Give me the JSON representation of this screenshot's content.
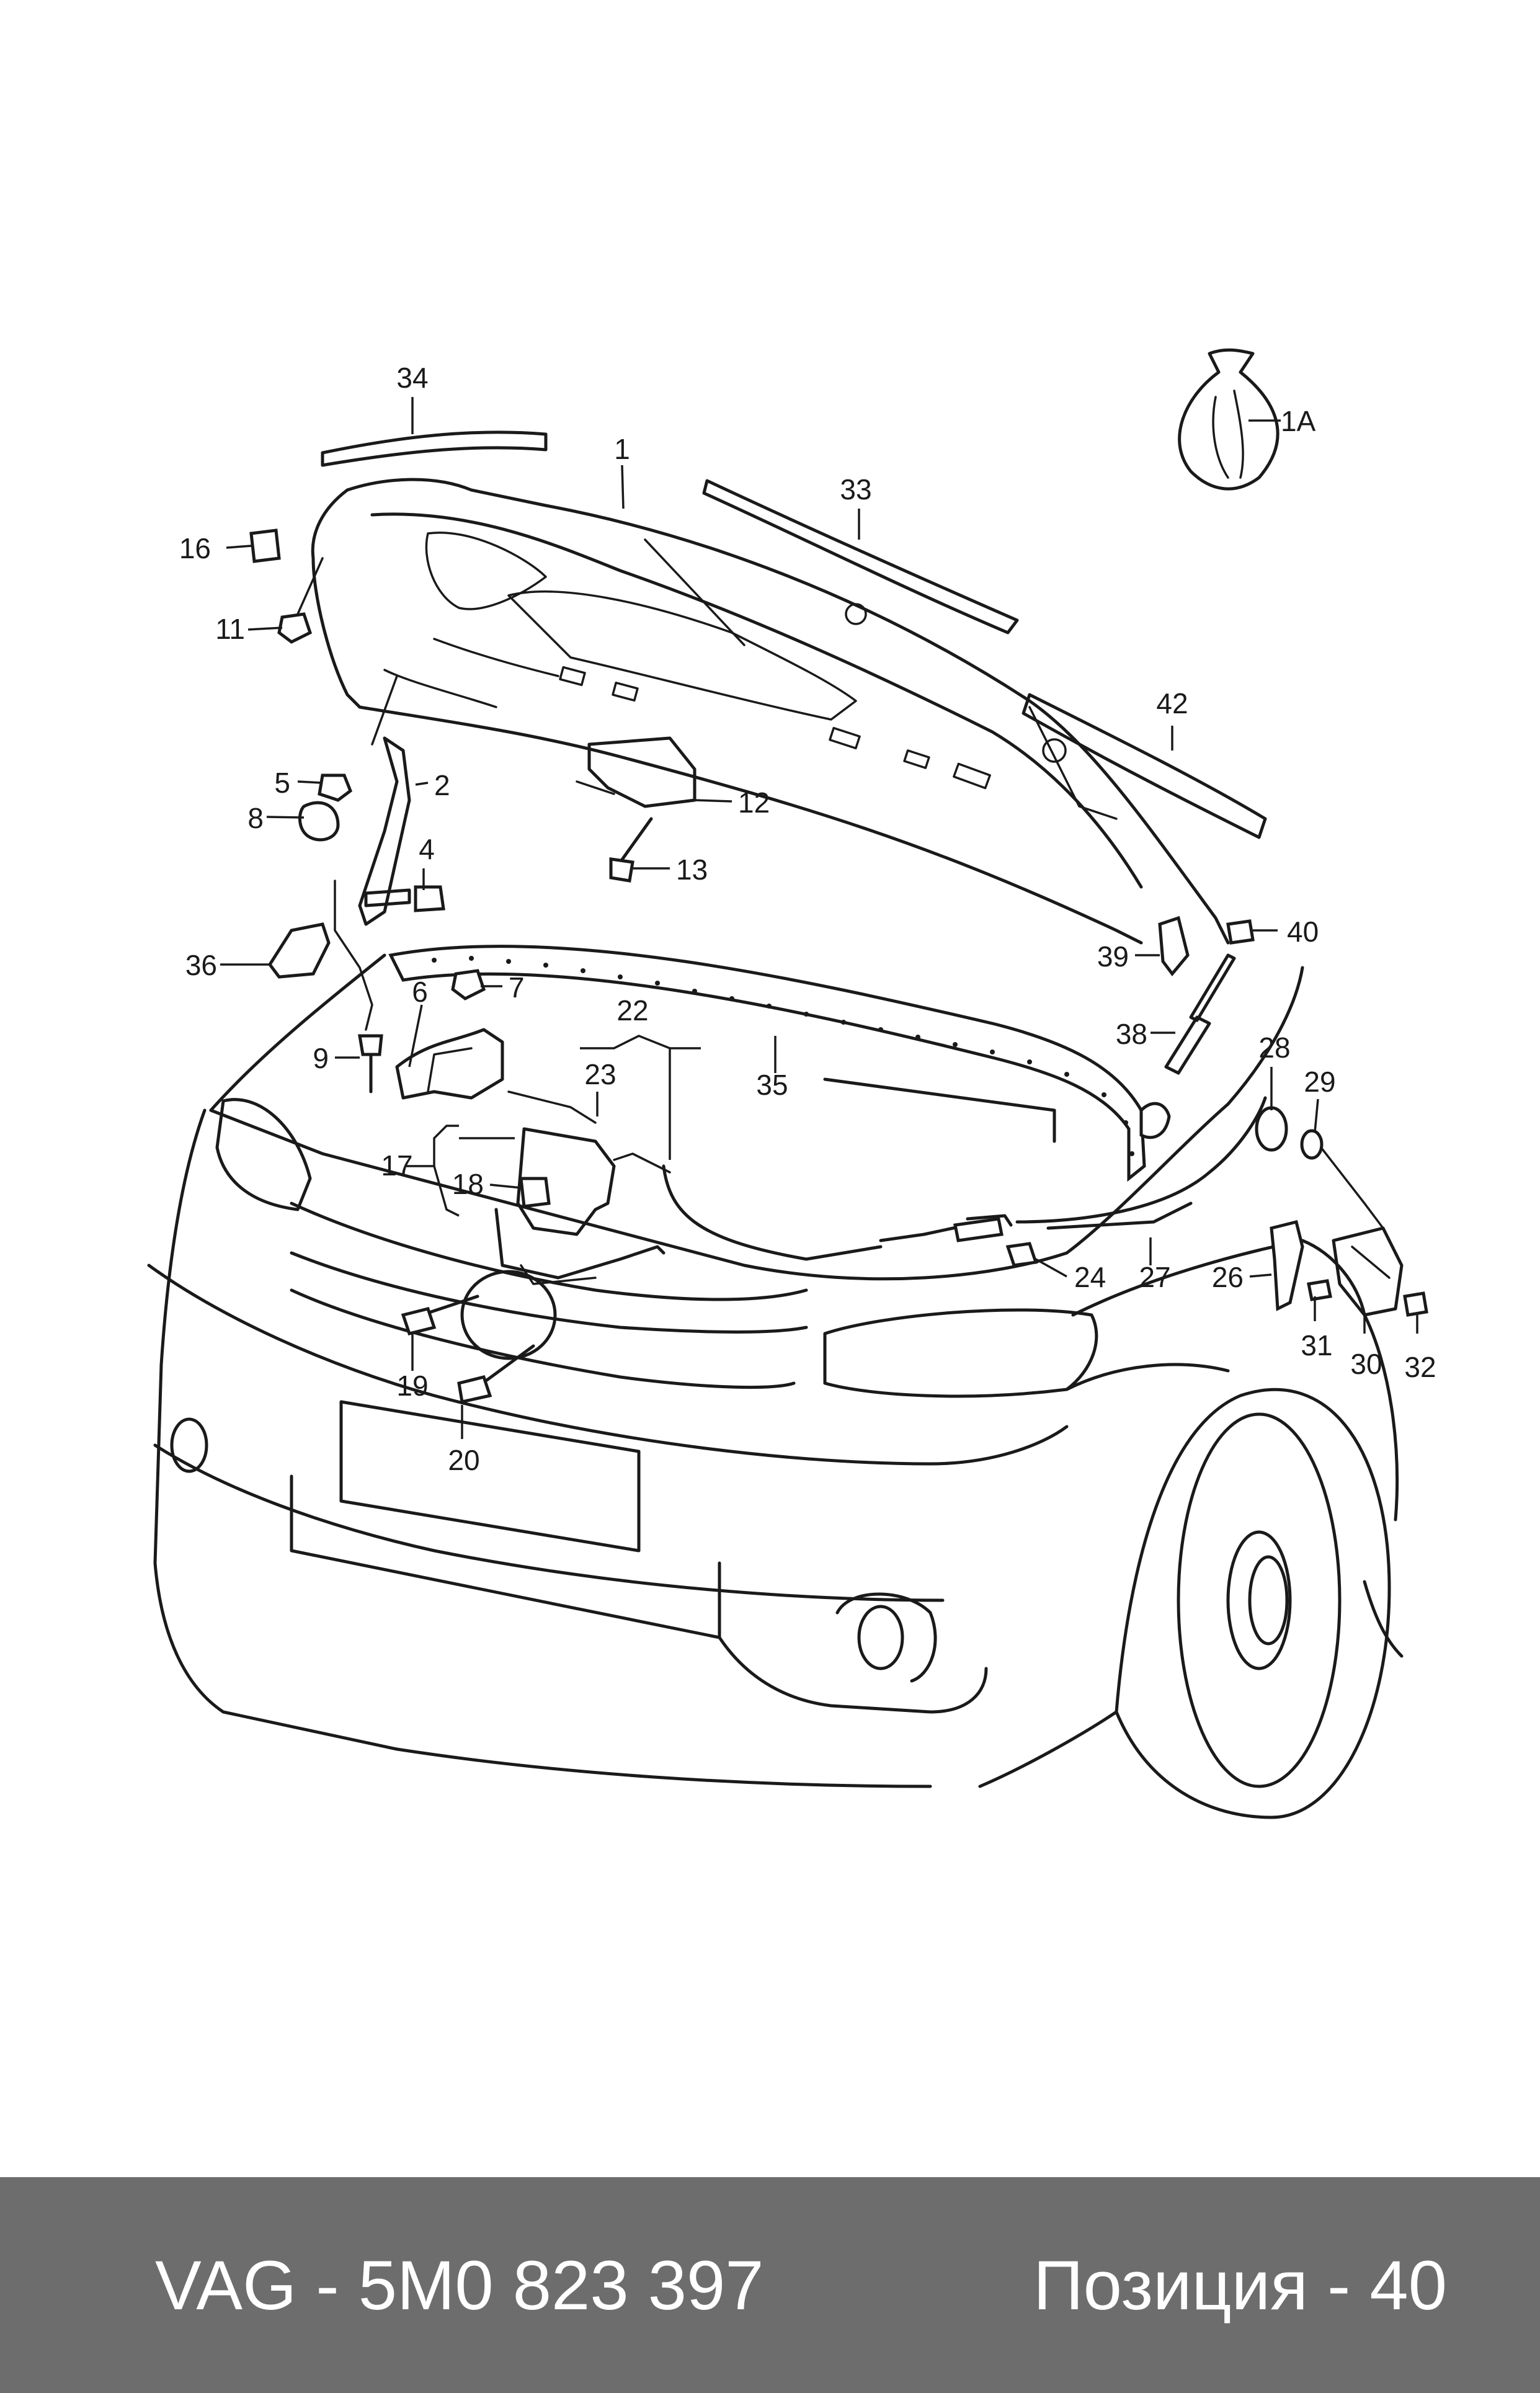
{
  "callouts": [
    "1",
    "1A",
    "2",
    "4",
    "5",
    "6",
    "7",
    "8",
    "9",
    "11",
    "12",
    "13",
    "16",
    "17",
    "18",
    "19",
    "20",
    "22",
    "23",
    "24",
    "26",
    "27",
    "28",
    "29",
    "30",
    "31",
    "32",
    "33",
    "34",
    "35",
    "36",
    "38",
    "39",
    "40",
    "42"
  ],
  "footer": {
    "part_number": "VAG - 5M0 823 397",
    "position": "Позиция - 40"
  }
}
